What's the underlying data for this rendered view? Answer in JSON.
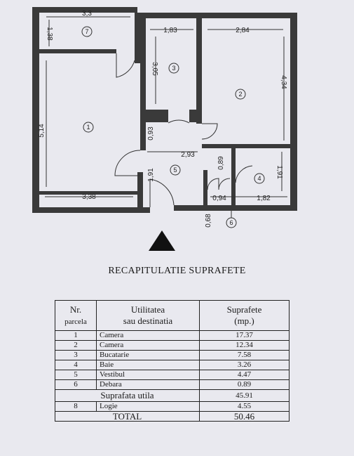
{
  "plan": {
    "dimensions": {
      "d_3_3": "3,3",
      "d_1_38": "1,38",
      "d_1_83": "1,83",
      "d_2_84": "2,84",
      "d_3_05": "3,05",
      "d_4_34": "4,34",
      "d_5_14": "5,14",
      "d_0_93": "0,93",
      "d_2_93": "2,93",
      "d_0_89": "0,89",
      "d_1_91_left": "1,91",
      "d_1_91_right": "1,91",
      "d_3_38": "3,38",
      "d_0_94": "0,94",
      "d_1_82": "1,82",
      "d_0_68": "0,68"
    },
    "room_numbers": [
      "1",
      "2",
      "3",
      "4",
      "5",
      "6",
      "7"
    ]
  },
  "summary": {
    "title": "RECAPITULATIE SUPRAFETE",
    "headers": {
      "nr": "Nr.",
      "parcela": "parcela",
      "utilitatea": "Utilitatea",
      "destinatia": "sau destinatia",
      "suprafete": "Suprafete",
      "unit": "(mp.)"
    },
    "rows": [
      {
        "nr": "1",
        "name": "Camera",
        "area": "17.37"
      },
      {
        "nr": "2",
        "name": "Camera",
        "area": "12.34"
      },
      {
        "nr": "3",
        "name": "Bucatarie",
        "area": "7.58"
      },
      {
        "nr": "4",
        "name": "Baie",
        "area": "3.26"
      },
      {
        "nr": "5",
        "name": "Vestibul",
        "area": "4.47"
      },
      {
        "nr": "6",
        "name": "Debara",
        "area": "0.89"
      }
    ],
    "useful_area_label": "Suprafata utila",
    "useful_area_value": "45.91",
    "extra_row": {
      "nr": "8",
      "name": "Logie",
      "area": "4.55"
    },
    "total_label": "TOTAL",
    "total_value": "50.46"
  }
}
